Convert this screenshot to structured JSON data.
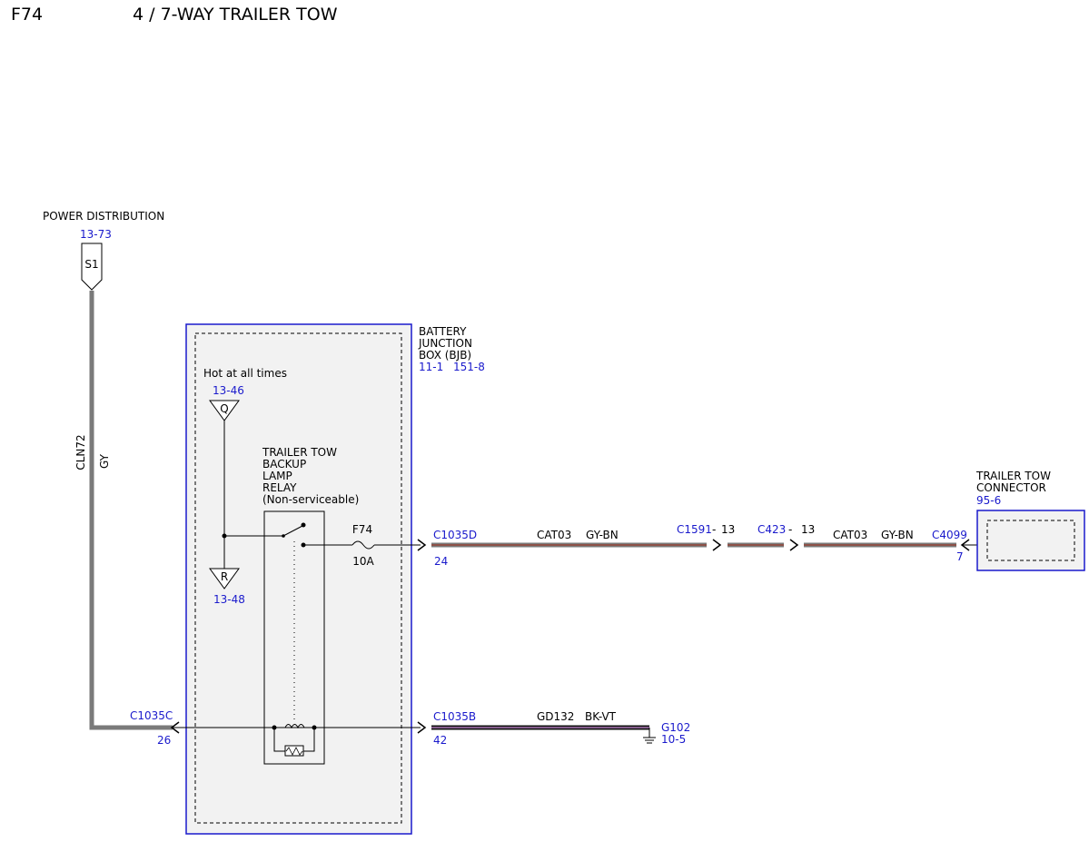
{
  "header": {
    "code": "F74",
    "title": "4 / 7-WAY TRAILER TOW"
  },
  "power_distribution": {
    "label": "POWER DISTRIBUTION",
    "ref": "13-73",
    "splice": "S1"
  },
  "main_wire": {
    "circuit": "CLN72",
    "color": "GY"
  },
  "bjb": {
    "line1": "BATTERY",
    "line2": "JUNCTION",
    "line3": "BOX (BJB)",
    "ref1": "11-1",
    "ref2": "151-8"
  },
  "hot": {
    "label": "Hot at all times",
    "q_ref": "13-46",
    "q_letter": "Q",
    "r_letter": "R",
    "r_ref": "13-48"
  },
  "relay": {
    "line1": "TRAILER TOW",
    "line2": "BACKUP",
    "line3": "LAMP",
    "line4": "RELAY",
    "line5": "(Non-serviceable)"
  },
  "fuse": {
    "name": "F74",
    "rating": "10A"
  },
  "connectors": {
    "c1035d": {
      "name": "C1035D",
      "pin": "24"
    },
    "c1591": {
      "name": "C1591",
      "pin": "13"
    },
    "c423": {
      "name": "C423",
      "pin": "13"
    },
    "c4099": {
      "name": "C4099",
      "pin": "7"
    },
    "c1035c": {
      "name": "C1035C",
      "pin": "26"
    },
    "c1035b": {
      "name": "C1035B",
      "pin": "42"
    }
  },
  "wires": {
    "w1": {
      "circuit": "CAT03",
      "color": "GY-BN"
    },
    "w2": {
      "circuit": "CAT03",
      "color": "GY-BN"
    },
    "ground": {
      "circuit": "GD132",
      "color": "BK-VT"
    }
  },
  "ground": {
    "name": "G102",
    "ref": "10-5"
  },
  "trailer_connector": {
    "line1": "TRAILER TOW",
    "line2": "CONNECTOR",
    "ref": "95-6"
  },
  "colors": {
    "reference": "#1a1acc",
    "wire_gray": "#7a7a7a",
    "wire_brown": "#9b3a2a",
    "wire_black": "#111111",
    "wire_violet": "#c98bd6",
    "module_fill": "#f2f2f2"
  }
}
